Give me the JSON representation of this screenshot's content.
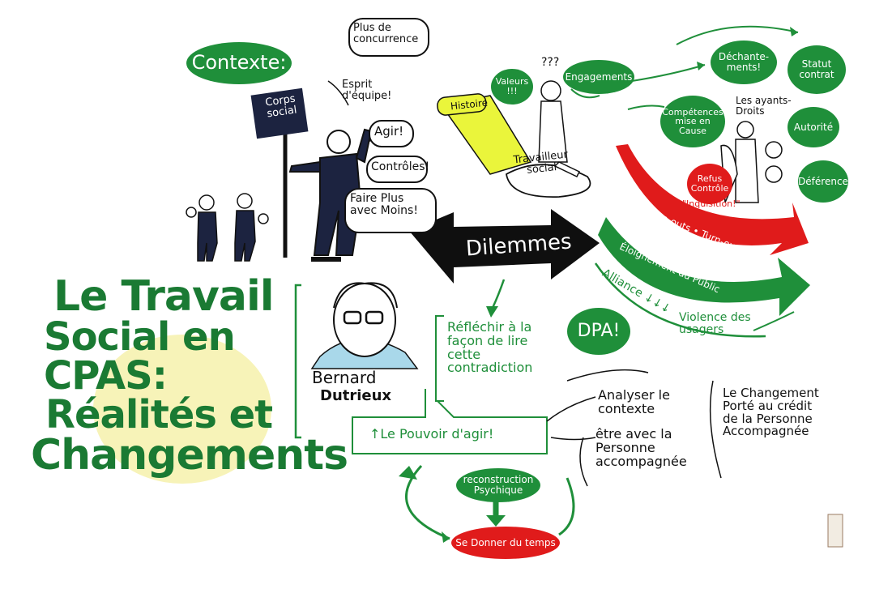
{
  "title": {
    "line1": "Le Travail",
    "line2": "Social en CPAS:",
    "line3": "Réalités et",
    "line4": "Changements"
  },
  "context": {
    "label": "Contexte:",
    "sign": "Corps social",
    "bubbles": [
      "Plus de concurrence",
      "Esprit d'équipe!",
      "Agir!",
      "Contrôles!",
      "Faire Plus avec Moins!"
    ]
  },
  "worker": {
    "label": "Travailleur social",
    "thoughts": "???",
    "valeurs": "Valeurs !!!",
    "engagements": "Engagements",
    "histoire": "Histoire"
  },
  "right_cluster": {
    "dechantements": "Déchante-ments!",
    "statut": "Statut contrat",
    "competences": "Compétences mise en Cause",
    "ayants_droits": "Les ayants-Droits",
    "autorite": "Autorité",
    "deference": "Déférence",
    "refus": "Refus Contrôle",
    "inquisition": "\"Inquisition!\"",
    "burnout": "Burn-outs • Turn-over",
    "eloignement": "Éloignement du Public",
    "alliance": "Alliance ↓↓↓",
    "violence": "Violence des usagers"
  },
  "center": {
    "dilemmes": "Dilemmes",
    "dpa": "DPA!",
    "reflechir": "Réfléchir à la façon de lire cette contradiction",
    "pouvoir": "↑Le Pouvoir d'agir!",
    "reconstruction": "reconstruction Psychique",
    "temps": "Se Donner du temps"
  },
  "speaker": {
    "first": "Bernard",
    "last": "Dutrieux"
  },
  "bottom_right": {
    "analyser": "Analyser le contexte",
    "etre": "être avec la Personne accompagnée",
    "changement": "Le Changement Porté au crédit de la Personne Accompagnée"
  }
}
